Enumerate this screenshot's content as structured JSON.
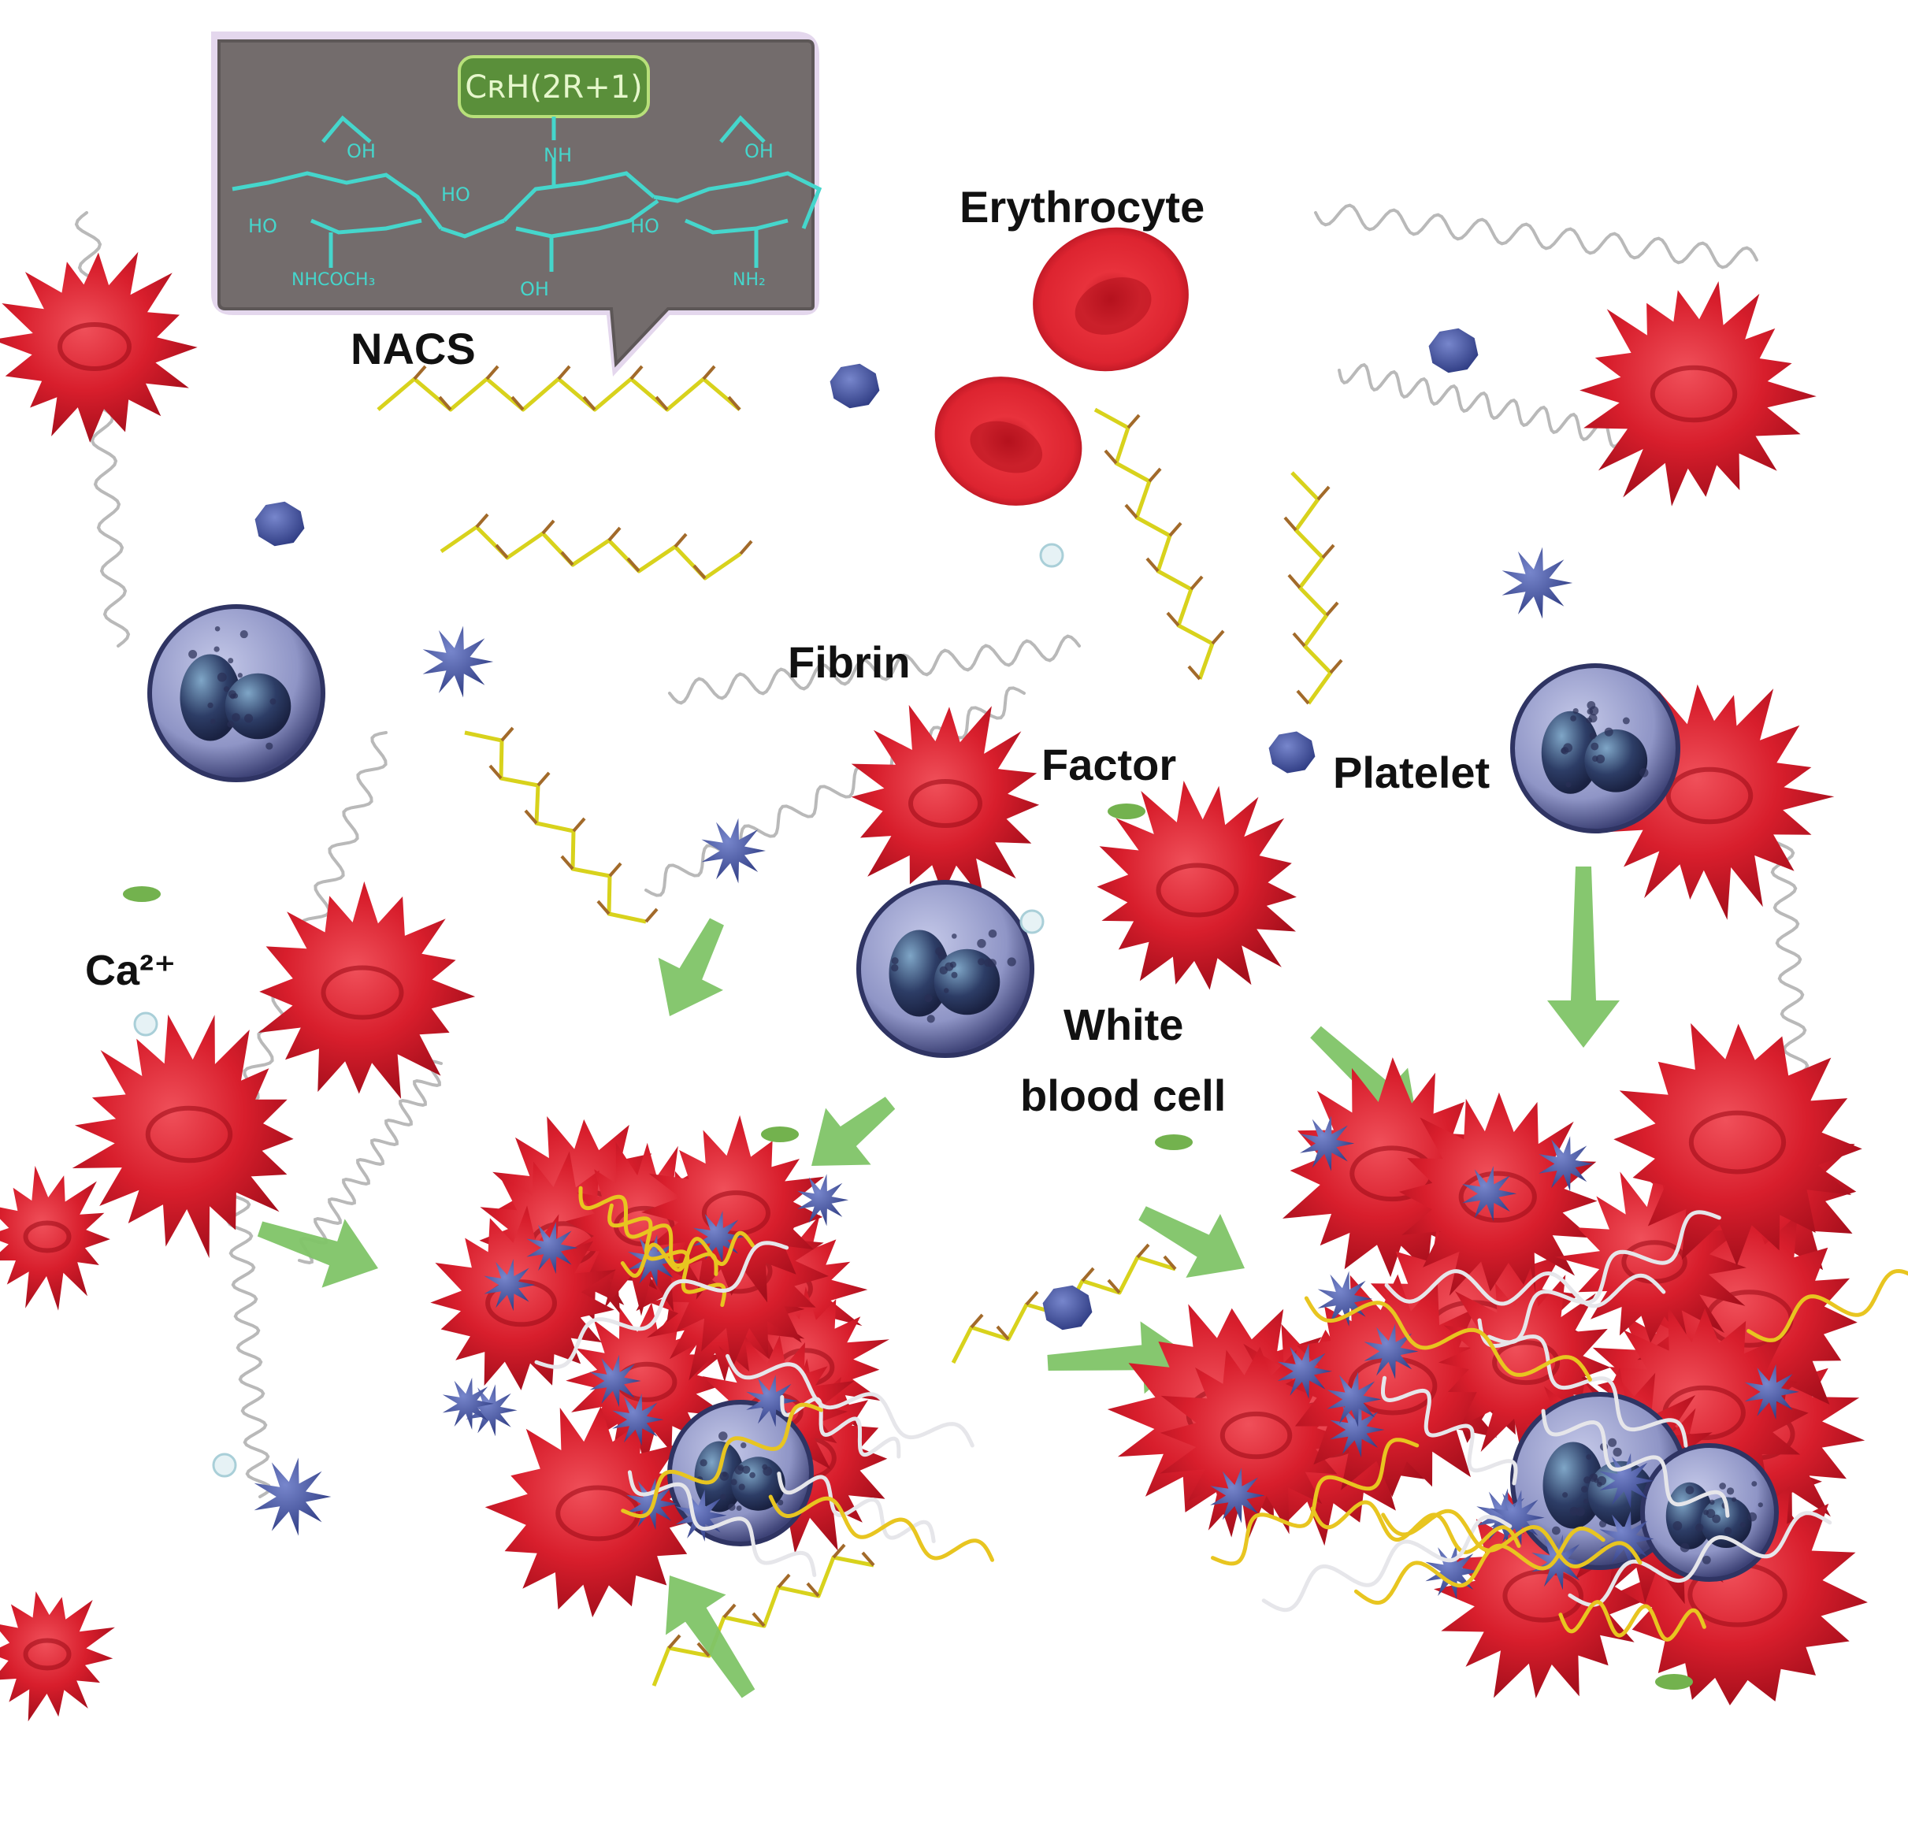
{
  "figure": {
    "callout": {
      "substituent": "CʀH(2R+1)",
      "groups": [
        "OH",
        "NH",
        "OH",
        "HO",
        "HO",
        "HO",
        "NHCOCH₃",
        "OH",
        "NH₂"
      ]
    },
    "labels": {
      "nacs": "NACS",
      "erythrocyte": "Erythrocyte",
      "fibrin": "Fibrin",
      "factor": "Factor",
      "platelet": "Platelet",
      "white_line1": "White",
      "white_line2": "blood cell",
      "calcium": "Ca²⁺"
    }
  },
  "colors": {
    "erythrocyte": "#d81e2c",
    "platelet": "#4a5aa8",
    "white_blood_cell": "#8d93c4",
    "nacs_chain": "#d8d21c",
    "fibrin": "#b9b9b9",
    "arrow": "#7fc467",
    "callout_bg": "#736c6c",
    "callout_border": "#a9d46b",
    "chem_structure": "#45d6cc"
  }
}
